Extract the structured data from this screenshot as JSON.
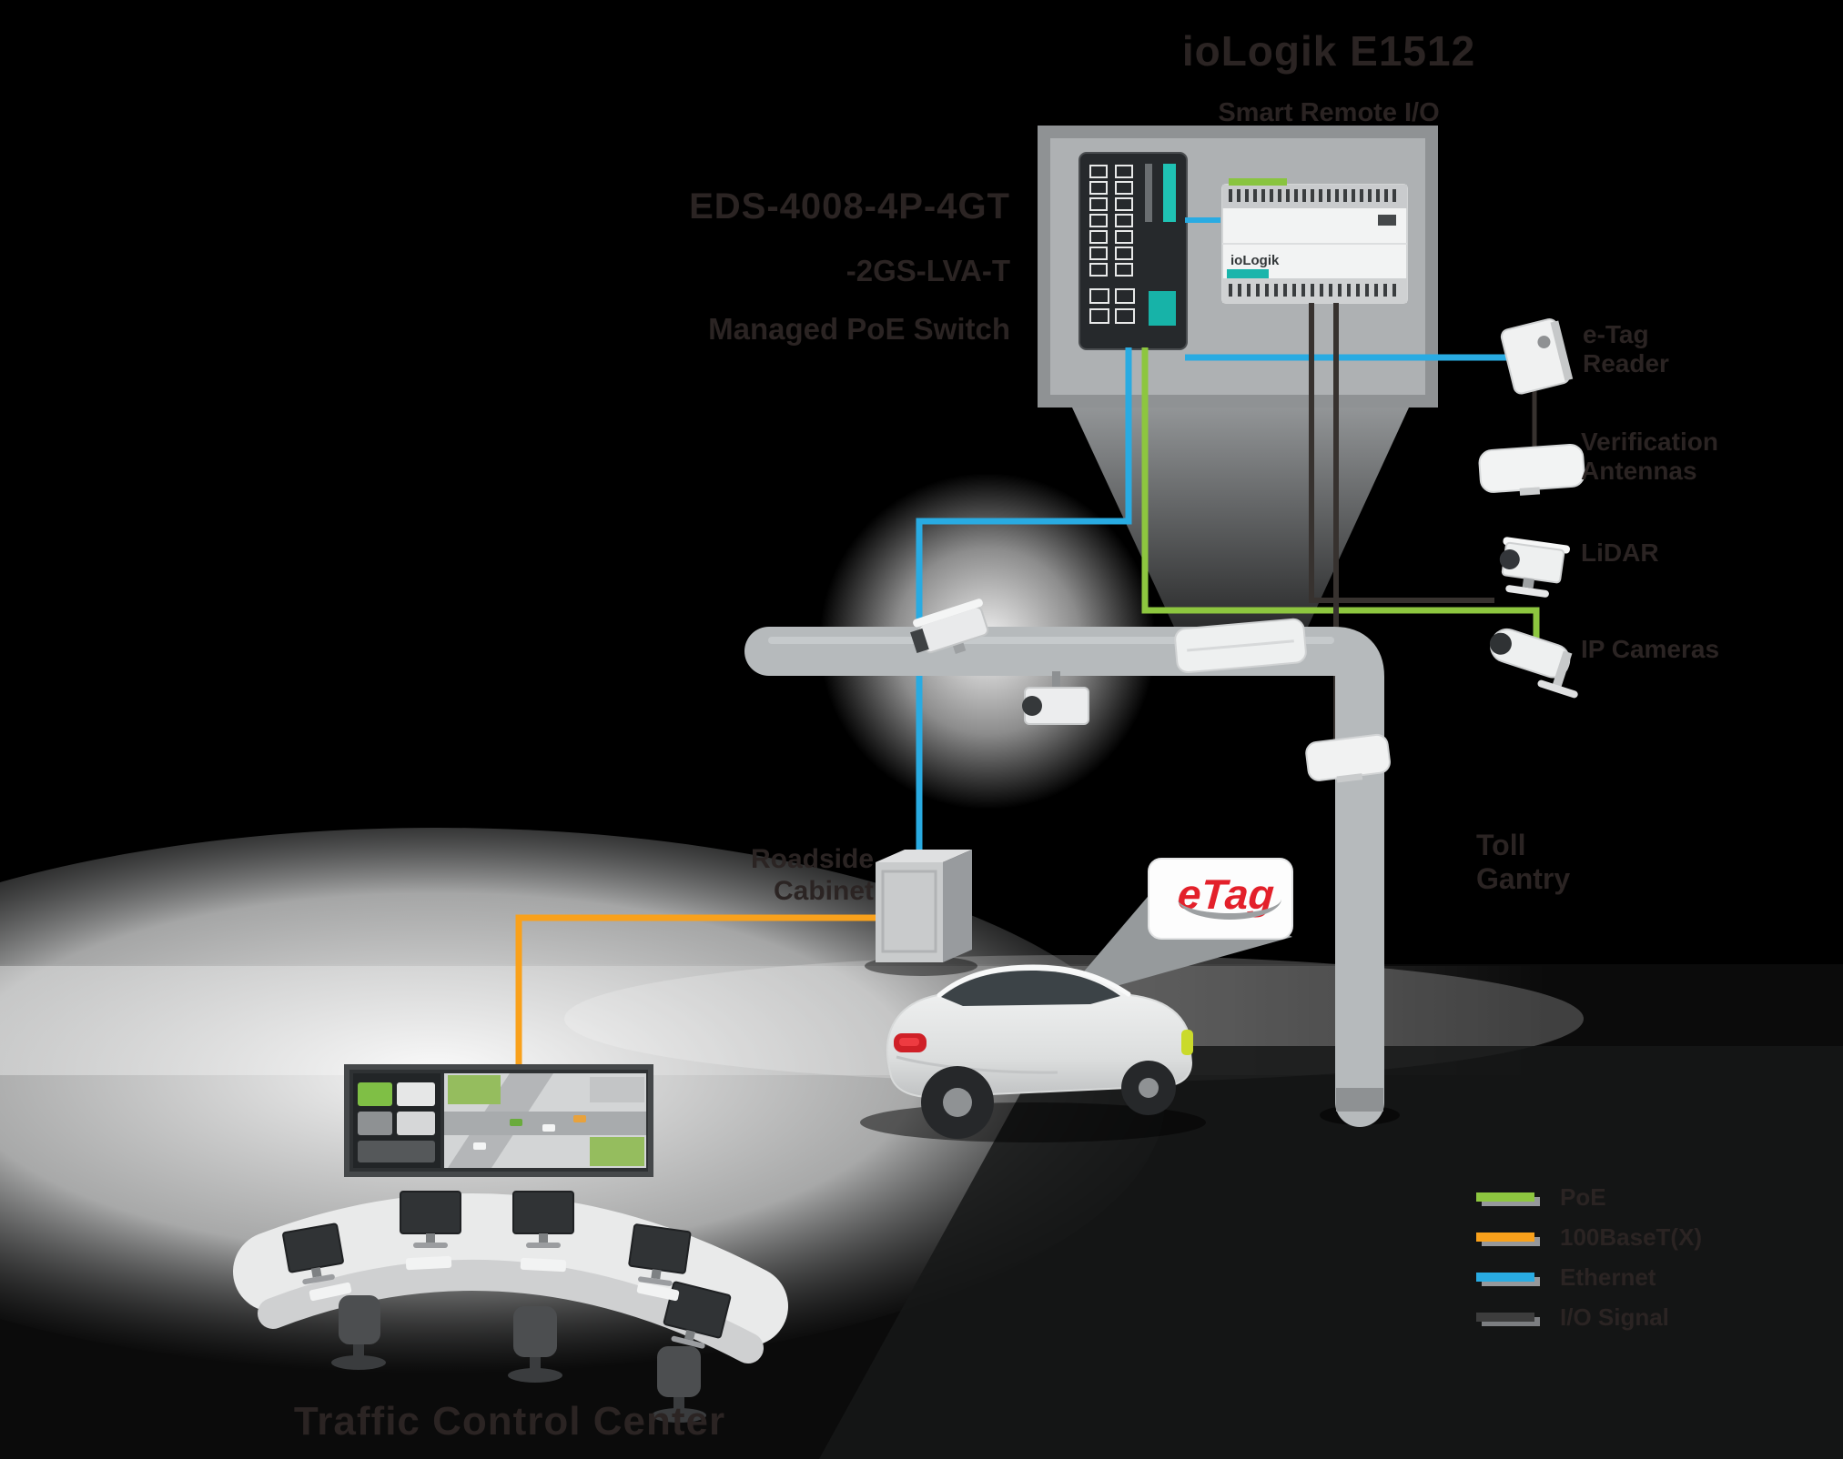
{
  "title": {
    "line1": "ioLogik E1512",
    "line2": "Smart Remote I/O"
  },
  "switch_label": {
    "line1": "EDS-4008-4P-4GT",
    "line2": "-2GS-LVA-T",
    "line3": "Managed PoE Switch"
  },
  "device_labels": {
    "etag_reader": "e-Tag\nReader",
    "verification_antennas": "Verification\nAntennas",
    "lidar": "LiDAR",
    "ip_cameras": "IP Cameras",
    "toll_gantry": "Toll\nGantry",
    "roadside_cabinet": "Roadside\nCabinet"
  },
  "car_sign": {
    "text": "eTag"
  },
  "module_text": {
    "brand": "ioLogik"
  },
  "bottom_label": "Traffic Control Center",
  "legend": {
    "items": [
      {
        "label": "PoE",
        "color": "#8dc63f"
      },
      {
        "label": "100BaseT(X)",
        "color": "#f9a11b"
      },
      {
        "label": "Ethernet",
        "color": "#29abe2"
      },
      {
        "label": "I/O Signal",
        "color": "#3d3d3d"
      }
    ]
  },
  "colors": {
    "background": "#000000",
    "label_text": "#2b2423",
    "poe_line": "#8dc63f",
    "fiber_line": "#f9a11b",
    "ethernet_line": "#29abe2",
    "io_line": "#37322f",
    "etag_red": "#e3202a",
    "panel_gray": "#aeb1b3",
    "gantry_gray": "#b6babc"
  }
}
